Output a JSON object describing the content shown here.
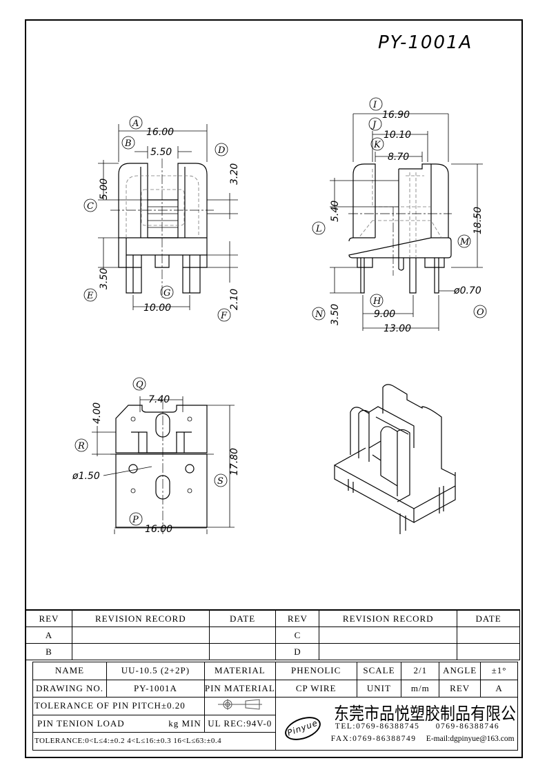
{
  "drawing_title": "PY-1001A",
  "views": {
    "front": {
      "labels": {
        "A": "A",
        "B": "B",
        "C": "C",
        "D": "D",
        "E": "E",
        "F": "F",
        "G": "G"
      },
      "dims": {
        "A": "16.00",
        "B": "5.50",
        "C": "5.00",
        "D": "3.20",
        "E": "3.50",
        "F": "2.10",
        "G": "10.00"
      }
    },
    "side": {
      "labels": {
        "H": "H",
        "I": "I",
        "J": "J",
        "K": "K",
        "L": "L",
        "M": "M",
        "N": "N",
        "O": "O"
      },
      "dims": {
        "H": "9.00",
        "I": "16.90",
        "J": "10.10",
        "K": "8.70",
        "L": "5.40",
        "M": "18.50",
        "N": "3.50",
        "O": "ø0.70",
        "H2": "13.00"
      }
    },
    "bottom": {
      "labels": {
        "P": "P",
        "Q": "Q",
        "R": "R",
        "S": "S"
      },
      "dims": {
        "P": "16.00",
        "Q": "7.40",
        "R": "4.00",
        "S": "17.80",
        "hole": "ø1.50"
      }
    }
  },
  "revision_table": {
    "headers": [
      "REV",
      "REVISION RECORD",
      "DATE",
      "REV",
      "REVISION RECORD",
      "DATE"
    ],
    "rows": [
      [
        "A",
        "",
        "",
        "C",
        "",
        ""
      ],
      [
        "B",
        "",
        "",
        "D",
        "",
        ""
      ]
    ]
  },
  "title_block": {
    "name_label": "NAME",
    "name": "UU-10.5 (2+2P)",
    "material_label": "MATERIAL",
    "material": "PHENOLIC",
    "scale_label": "SCALE",
    "scale": "2/1",
    "angle_label": "ANGLE",
    "angle": "±1°",
    "drawing_no_label": "DRAWING NO.",
    "drawing_no": "PY-1001A",
    "pin_material_label": "PIN MATERIAL",
    "pin_material": "CP WIRE",
    "unit_label": "UNIT",
    "unit": "m/m",
    "rev_label": "REV",
    "rev": "A",
    "pin_pitch_tolerance": "TOLERANCE OF PIN PITCH±0.20",
    "pin_tension_label": "PIN TENION LOAD",
    "pin_tension_unit": "kg MIN",
    "ul_rec": "UL REC:94V-0",
    "tolerance": "TOLERANCE:0<L≤4:±0.2  4<L≤16:±0.3  16<L≤63:±0.4",
    "company_cn": "东莞市品悦塑胶制品有限公司",
    "logo": "Pinyue",
    "tel": "TEL:0769-86388745",
    "tel2": "0769-86388746",
    "fax": "FAX:0769-86388749",
    "email": "E-mail:dgpinyue@163.com"
  }
}
